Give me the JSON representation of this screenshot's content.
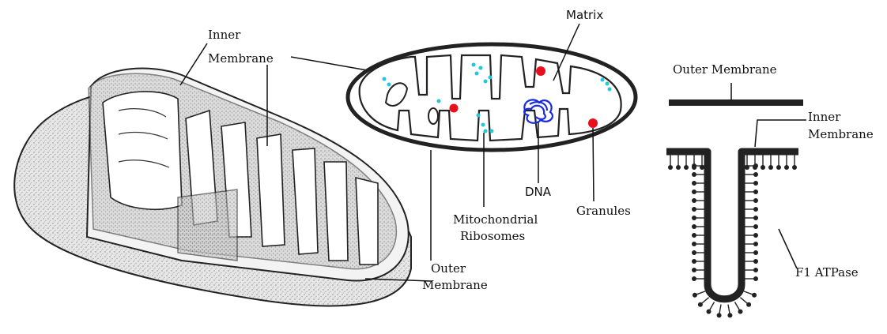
{
  "cutaway": {
    "inner_membrane_label": [
      "Inner",
      "Membrane"
    ],
    "outer_membrane_label": [
      "Outer",
      "Membrane"
    ]
  },
  "cross_section": {
    "matrix_label": "Matrix",
    "dna_label": "DNA",
    "ribosomes_label": [
      "Mitochondrial",
      "Ribosomes"
    ],
    "granules_label": "Granules",
    "granule_color": "#e8101c",
    "ribosome_color": "#20c8d8",
    "dna_color": "#1a2adf"
  },
  "membrane_detail": {
    "outer_membrane_label": "Outer Membrane",
    "inner_membrane_label": [
      "Inner",
      "Membrane"
    ],
    "atpase_label": "F1 ATPase"
  }
}
